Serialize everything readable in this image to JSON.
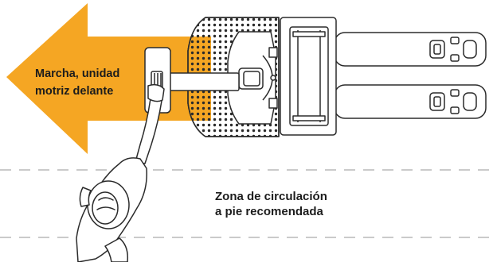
{
  "labels": {
    "direction_line1": "Marcha, unidad",
    "direction_line2": "motriz delante",
    "zone_line1": "Zona de circulación",
    "zone_line2": "a pie recomendada"
  },
  "colors": {
    "arrow": "#F5A623",
    "stroke": "#2b2b2b",
    "dashes": "#b9b9b9"
  },
  "icons": {
    "vehicle": "pallet-truck-icon",
    "operator": "operator-walking-icon"
  }
}
